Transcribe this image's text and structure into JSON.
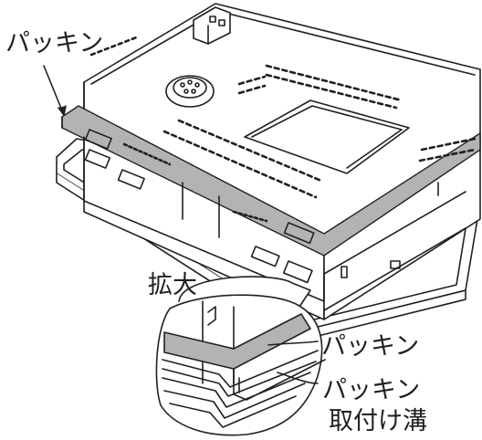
{
  "labels": {
    "gasket_top": "パッキン",
    "enlarge": "拡大",
    "gasket_detail": "パッキン",
    "gasket_groove_line1": "パッキン",
    "gasket_groove_line2": "取付け溝"
  },
  "colors": {
    "line": "#231f20",
    "gasket_fill": "#b3b3b3",
    "background": "#ffffff",
    "body_fill": "#ffffff"
  }
}
